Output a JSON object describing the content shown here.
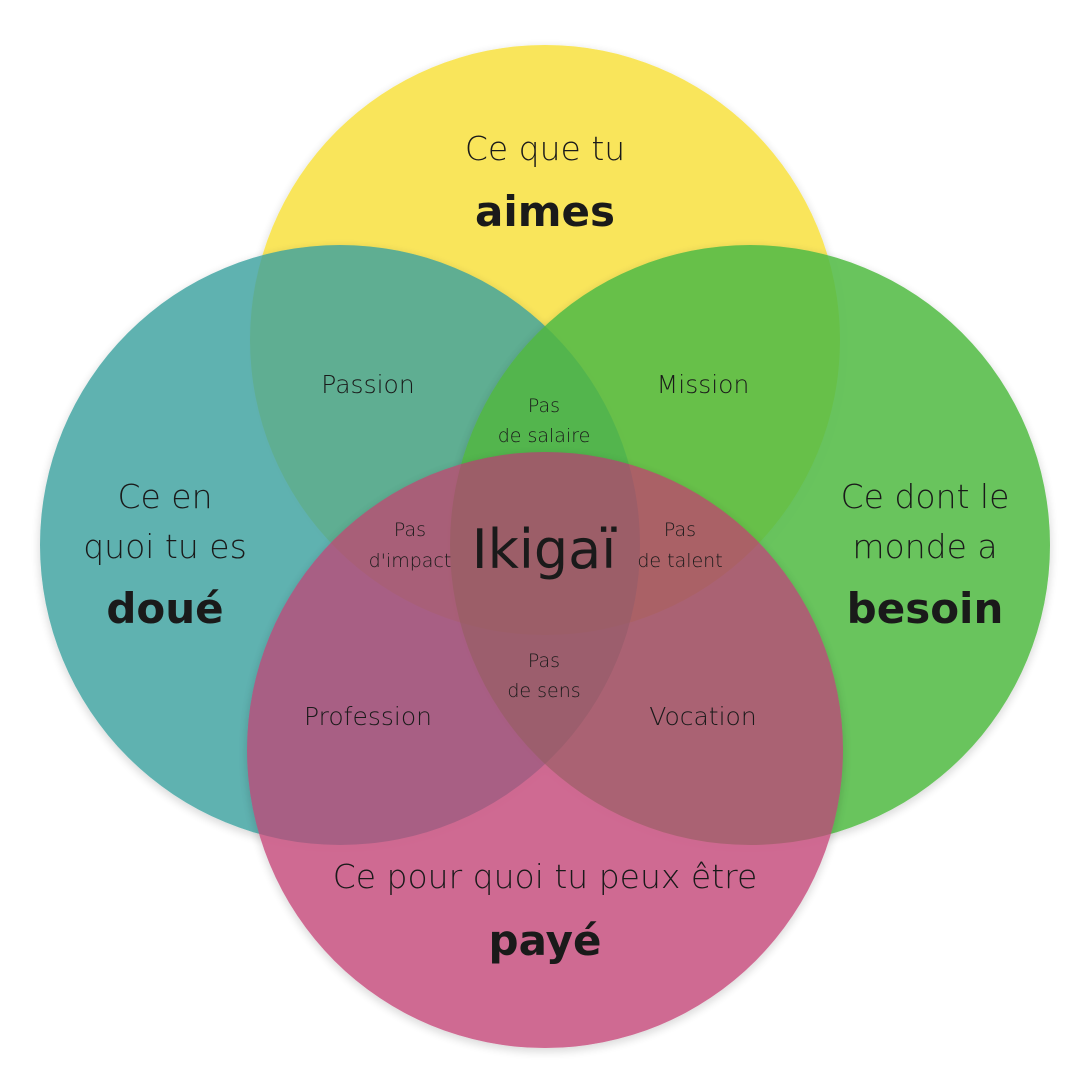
{
  "diagram": {
    "circles": [
      {
        "id": "top",
        "color": "#fbee7a",
        "lines": [
          "Ce que tu"
        ],
        "bold": "aimes"
      },
      {
        "id": "left",
        "color": "#7ec8c7",
        "lines": [
          "Ce en",
          "quoi tu es"
        ],
        "bold": "doué"
      },
      {
        "id": "right",
        "color": "#87d67b",
        "lines": [
          "Ce dont le",
          "monde a"
        ],
        "bold": "besoin"
      },
      {
        "id": "bottom",
        "color": "#dc82a8",
        "lines": [
          "Ce pour quoi tu peux être"
        ],
        "bold": "payé"
      }
    ],
    "zones": {
      "passion": "Passion",
      "mission": "Mission",
      "profession": "Profession",
      "vocation": "Vocation"
    },
    "gaps": {
      "top": [
        "Pas",
        "de salaire"
      ],
      "left": [
        "Pas",
        "d'impact"
      ],
      "right": [
        "Pas",
        "de talent"
      ],
      "bottom": [
        "Pas",
        "de sens"
      ]
    },
    "center": "Ikigaï"
  }
}
